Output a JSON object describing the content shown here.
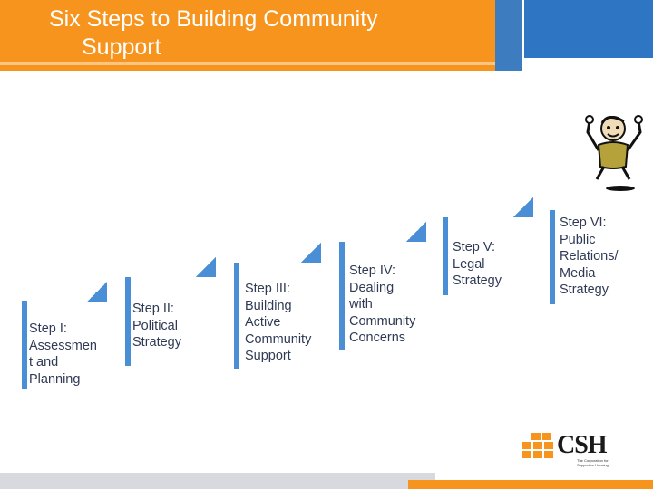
{
  "slide": {
    "title_line1": "Six Steps to Building Community",
    "title_line2": "Support"
  },
  "steps": [
    {
      "label": "Step I:\nAssessmen\nt and\nPlanning"
    },
    {
      "label": "Step II:\nPolitical\nStrategy"
    },
    {
      "label": "Step III:\nBuilding\nActive\nCommunity\nSupport"
    },
    {
      "label": "Step IV:\nDealing\nwith\nCommunity\nConcerns"
    },
    {
      "label": "Step V:\nLegal\nStrategy"
    },
    {
      "label": "Step VI:\nPublic\nRelations/\nMedia\nStrategy"
    }
  ],
  "logo": {
    "text": "CSH",
    "subtitle": "The Corporation for Supportive Housing"
  },
  "colors": {
    "banner_orange": "#f7941d",
    "banner_blue": "#2e75c4",
    "step_blue": "#4a8fd6",
    "step_text": "#2f3a55"
  },
  "icons": {
    "figure": "cheering-person-illustration",
    "logo_mark": "csh-orange-blocks-logo"
  }
}
